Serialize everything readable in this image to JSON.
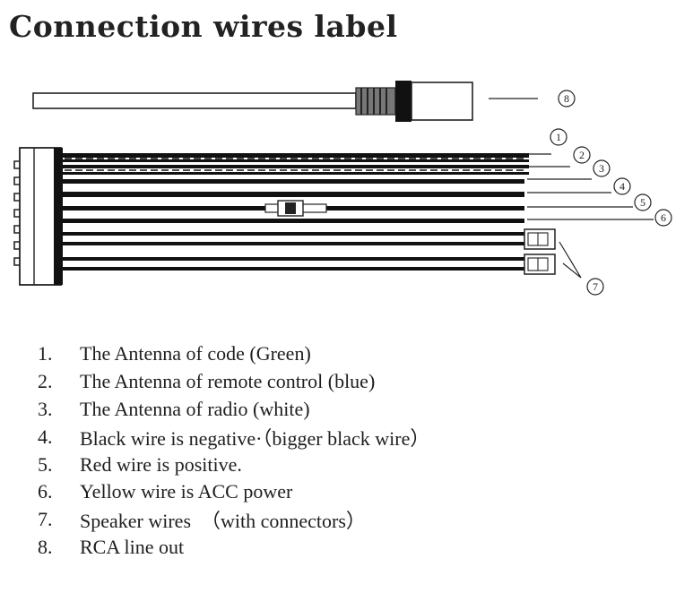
{
  "title": "Connection wires label",
  "callouts": [
    "1",
    "2",
    "3",
    "4",
    "5",
    "6",
    "7",
    "8"
  ],
  "legend": [
    {
      "number": "1.",
      "text": "The Antenna of code (Green)"
    },
    {
      "number": "2.",
      "text": "The Antenna of remote control (blue)"
    },
    {
      "number": "3.",
      "text": "The Antenna of radio (white)"
    },
    {
      "number": "4.",
      "text": "Black wire is negative·（bigger black wire）"
    },
    {
      "number": "5.",
      "text": "Red wire is positive."
    },
    {
      "number": "6.",
      "text": "Yellow wire is ACC power"
    },
    {
      "number": "7.",
      "text": "Speaker wires　（with connectors）"
    },
    {
      "number": "8.",
      "text": "RCA line out"
    }
  ]
}
